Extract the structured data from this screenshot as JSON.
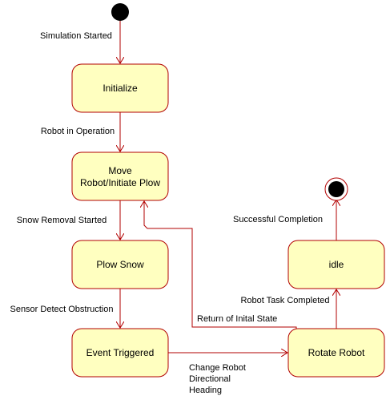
{
  "colors": {
    "state_fill": "#ffffc0",
    "state_stroke": "#b20000",
    "edge": "#b20000",
    "node": "#000000"
  },
  "states": {
    "initialize": "Initialize",
    "move_line1": "Move",
    "move_line2": "Robot/Initiate Plow",
    "plow_snow": "Plow Snow",
    "event_triggered": "Event Triggered",
    "rotate_robot": "Rotate Robot",
    "idle": "idle"
  },
  "transitions": {
    "simulation_started": "Simulation Started",
    "robot_in_operation": "Robot in Operation",
    "snow_removal_started": "Snow Removal Started",
    "sensor_detect_obstruction": "Sensor Detect Obstruction",
    "change_heading_line1": "Change Robot",
    "change_heading_line2": "Directional",
    "change_heading_line3": "Heading",
    "return_of_initial_state": "Return of Inital State",
    "robot_task_completed": "Robot Task Completed",
    "successful_completion": "Successful Completion"
  }
}
